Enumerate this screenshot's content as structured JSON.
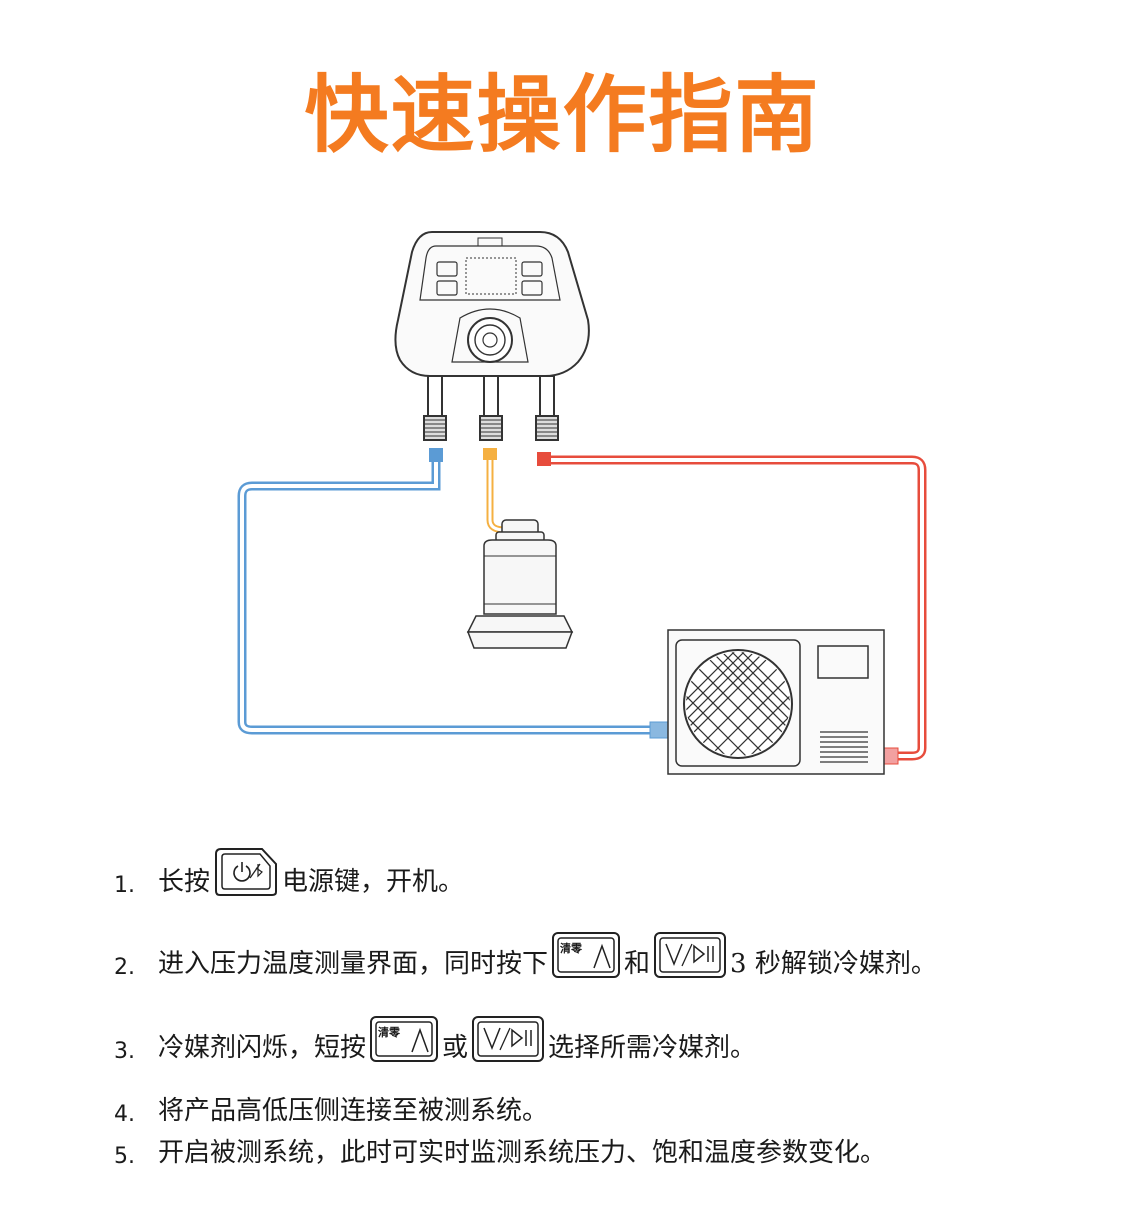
{
  "title": "快速操作指南",
  "diagram": {
    "gauge_icon": "digital-manifold-gauge-icon",
    "cylinder_icon": "refrigerant-cylinder-on-scale-icon",
    "outdoor_unit_icon": "ac-outdoor-unit-icon",
    "hose_colors": {
      "low": "#5b9bd5",
      "charge": "#f5b041",
      "high": "#e74c3c"
    }
  },
  "keys": {
    "power_icon": "power-bluetooth-key-icon",
    "zero_label": "清零",
    "zero_icon": "zero-up-key-icon",
    "play_icon": "down-play-pause-key-icon"
  },
  "steps": [
    {
      "num": "1.",
      "pre": "长按",
      "post": "电源键，开机。"
    },
    {
      "num": "2.",
      "pre": "进入压力温度测量界面，同时按下",
      "mid": "和",
      "post": "3 秒解锁冷媒剂。"
    },
    {
      "num": "3.",
      "pre": "冷媒剂闪烁，短按",
      "mid": "或",
      "post": "选择所需冷媒剂。"
    },
    {
      "num": "4.",
      "text": "将产品高低压侧连接至被测系统。"
    },
    {
      "num": "5.",
      "text": "开启被测系统，此时可实时监测系统压力、饱和温度参数变化。"
    }
  ]
}
